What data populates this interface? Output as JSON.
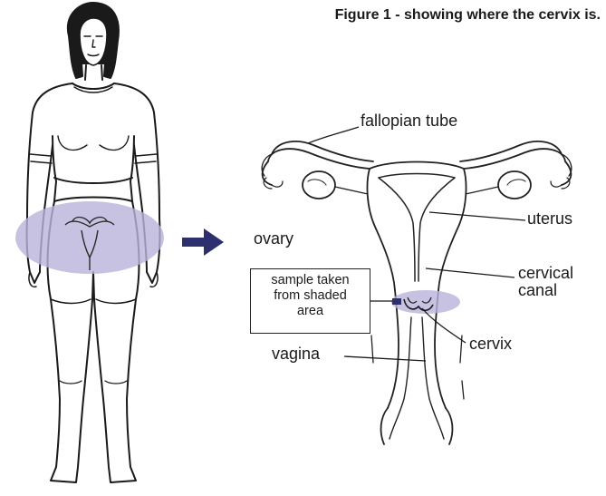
{
  "figure": {
    "title": "Figure 1 - showing where the cervix is."
  },
  "labels": {
    "fallopian_tube": "fallopian tube",
    "ovary": "ovary",
    "uterus": "uterus",
    "cervical_canal_line1": "cervical",
    "cervical_canal_line2": "canal",
    "cervix": "cervix",
    "vagina": "vagina"
  },
  "sample_box": {
    "line1": "sample taken",
    "line2": "from shaded",
    "line3": "area"
  },
  "colors": {
    "highlight": "#b9b3da",
    "arrow": "#2d2f6e",
    "ink": "#1a1a1a"
  }
}
